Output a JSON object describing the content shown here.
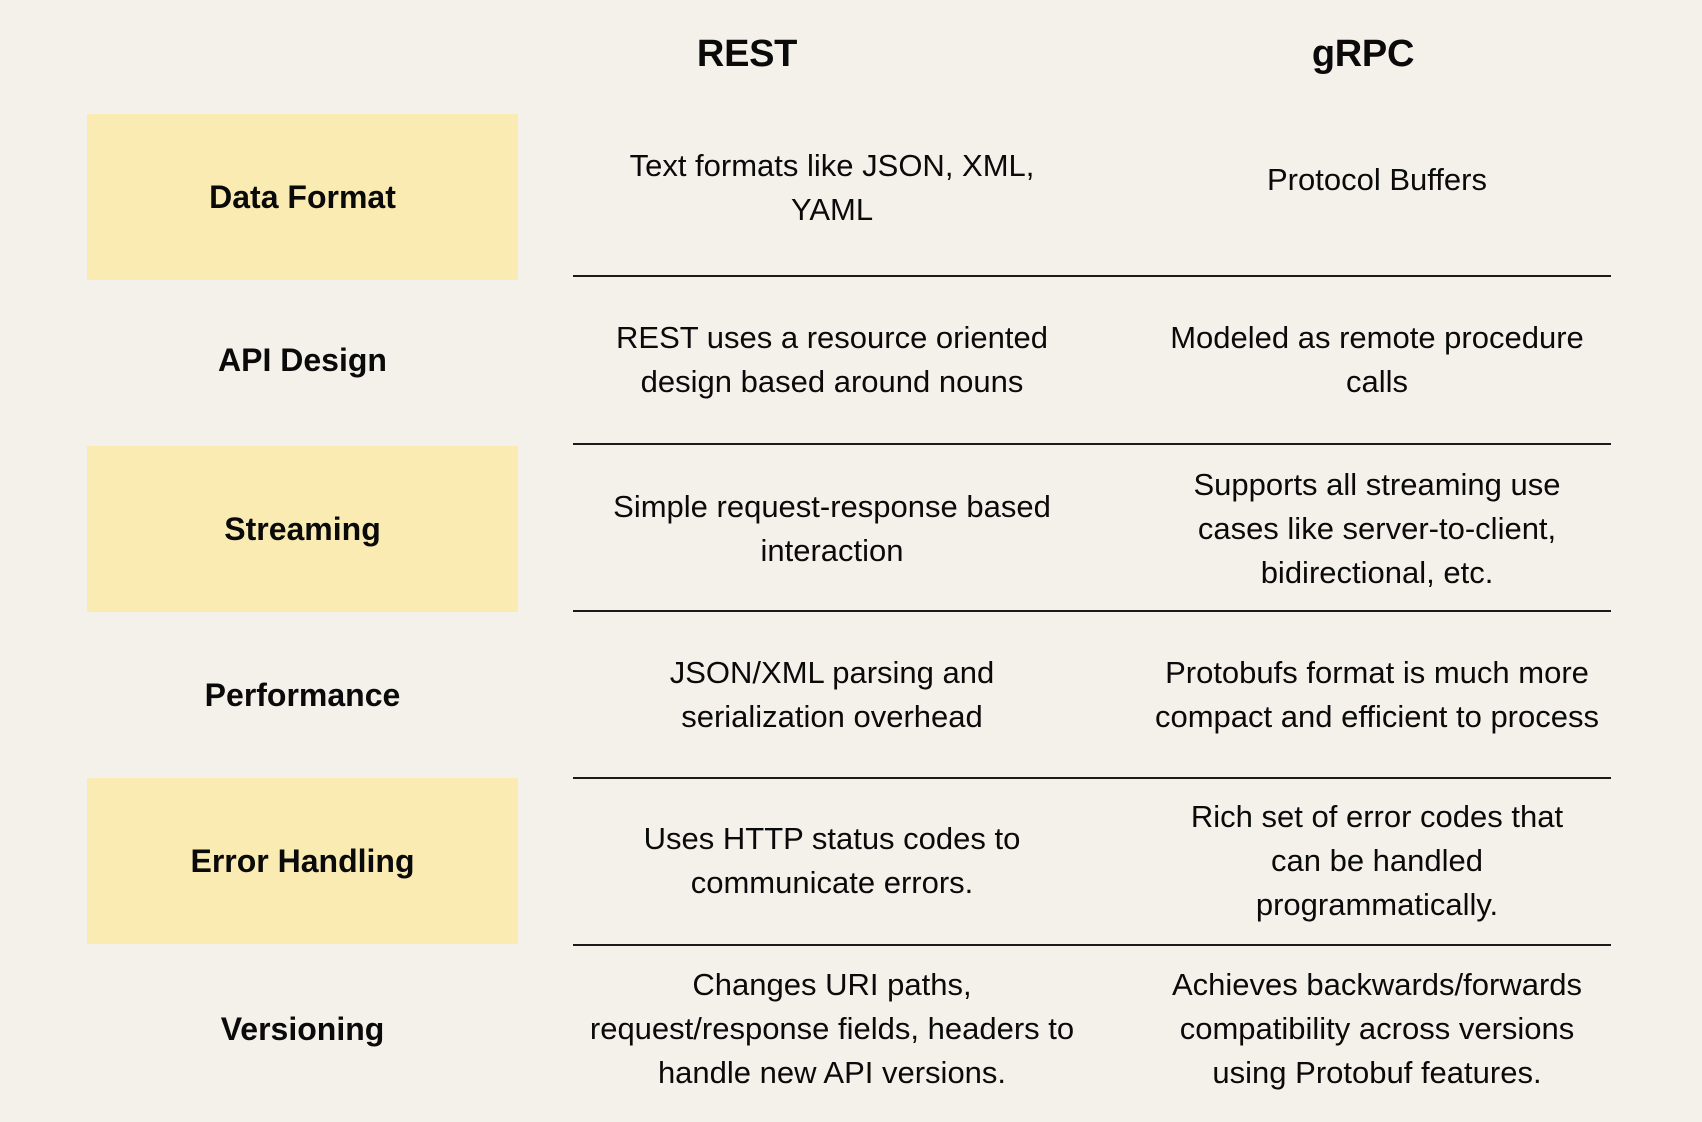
{
  "header": {
    "columns": [
      "REST",
      "gRPC"
    ]
  },
  "colors": {
    "background": "#F4F0EA",
    "highlight": "#F9EBB2",
    "text": "#0A0A0A",
    "divider": "#1A1A1A"
  },
  "rows": [
    {
      "label": "Data Format",
      "highlighted": true,
      "rest": "Text formats like JSON, XML, YAML",
      "grpc": "Protocol Buffers"
    },
    {
      "label": "API Design",
      "highlighted": false,
      "rest": "REST uses a resource oriented design based around nouns",
      "grpc": "Modeled as remote procedure calls"
    },
    {
      "label": "Streaming",
      "highlighted": true,
      "rest": "Simple request-response based interaction",
      "grpc": "Supports all streaming use cases like server-to-client, bidirectional, etc."
    },
    {
      "label": "Performance",
      "highlighted": false,
      "rest": "JSON/XML parsing and serialization overhead",
      "grpc": "Protobufs format is much more compact and efficient to process"
    },
    {
      "label": "Error Handling",
      "highlighted": true,
      "rest": "Uses HTTP status codes to communicate errors.",
      "grpc": "Rich set of error codes that can be handled programmatically."
    },
    {
      "label": "Versioning",
      "highlighted": false,
      "rest": "Changes URI paths, request/response fields, headers to handle new API versions.",
      "grpc": "Achieves backwards/forwards compatibility across versions using Protobuf features."
    }
  ]
}
